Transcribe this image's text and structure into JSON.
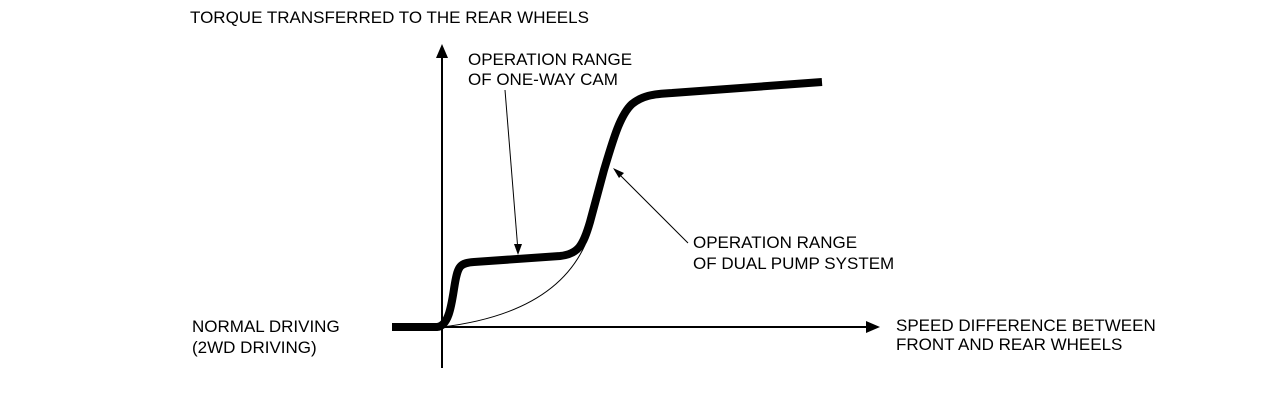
{
  "labels": {
    "y_axis_title": "TORQUE TRANSFERRED TO THE REAR WHEELS",
    "oneway_line1": "OPERATION RANGE",
    "oneway_line2": "OF ONE-WAY CAM",
    "dualpump_line1": "OPERATION RANGE",
    "dualpump_line2": "OF DUAL PUMP SYSTEM",
    "normal_line1": "NORMAL DRIVING",
    "normal_line2": "(2WD DRIVING)",
    "x_axis_line1": "SPEED DIFFERENCE BETWEEN",
    "x_axis_line2": "FRONT AND REAR WHEELS"
  },
  "colors": {
    "ink": "#000000",
    "background": "#ffffff"
  }
}
